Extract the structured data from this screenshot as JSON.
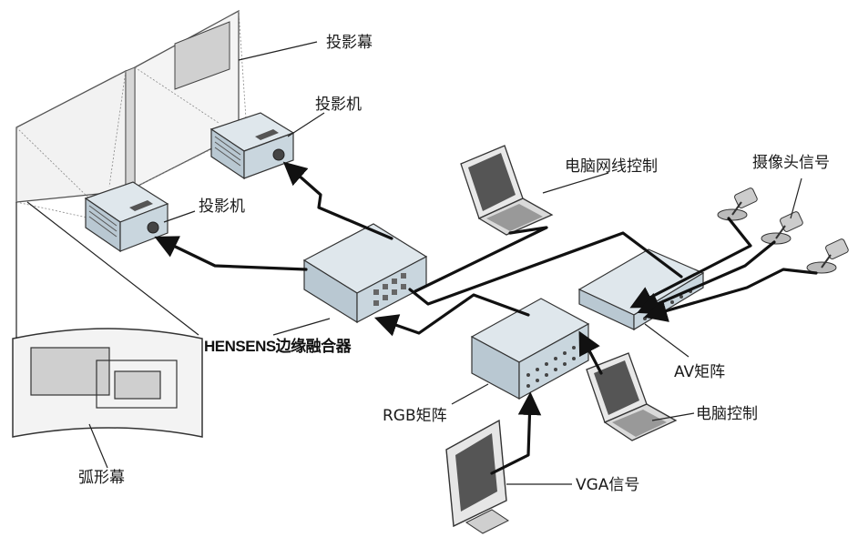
{
  "labels": {
    "projection_screen": "投影幕",
    "projector_1": "投影机",
    "projector_2": "投影机",
    "laptop_network_control": "电脑网线控制",
    "camera_signal": "摄像头信号",
    "edge_blender": "HENSENS边缘融合器",
    "av_matrix": "AV矩阵",
    "rgb_matrix": "RGB矩阵",
    "laptop_control": "电脑控制",
    "curved_screen": "弧形幕",
    "vga_signal": "VGA信号"
  },
  "icons": [
    "projection-screen-icon",
    "projector-icon",
    "laptop-icon",
    "camera-icon",
    "matrix-switcher-icon",
    "monitor-icon",
    "curved-screen-icon"
  ]
}
